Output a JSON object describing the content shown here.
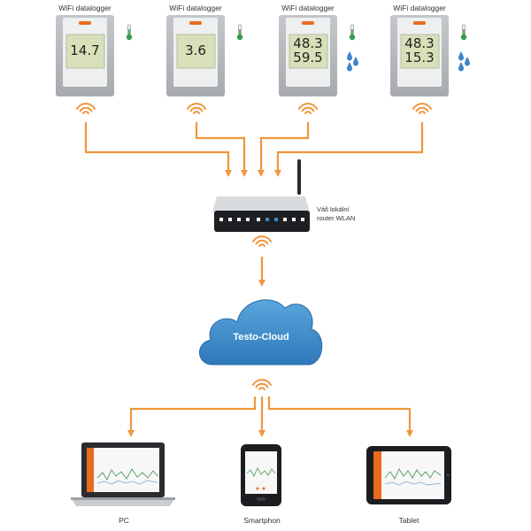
{
  "loggers": [
    {
      "label": "WiFi datalogger",
      "readings": [
        "14.7"
      ],
      "icons": [
        "thermometer-icon"
      ]
    },
    {
      "label": "WiFi datalogger",
      "readings": [
        "3.6"
      ],
      "icons": [
        "thermometer-icon"
      ]
    },
    {
      "label": "WiFi datalogger",
      "readings": [
        "48.3",
        "59.5"
      ],
      "icons": [
        "thermometer-icon",
        "droplets-icon"
      ]
    },
    {
      "label": "WiFi datalogger",
      "readings": [
        "48.3",
        "15.3"
      ],
      "icons": [
        "thermometer-icon",
        "droplets-icon"
      ]
    }
  ],
  "router": {
    "label_line1": "Váš lokální",
    "label_line2": "router WLAN"
  },
  "cloud": {
    "label": "Testo-Cloud"
  },
  "devices": [
    {
      "label": "PC"
    },
    {
      "label": "Smartphon"
    },
    {
      "label": "Tablet"
    }
  ],
  "colors": {
    "arrow": "#f0963c",
    "cloud": "#3b86c8",
    "device_frame": "#b5b8bc",
    "display": "#d7e0b8",
    "accent": "#ea6a1e"
  }
}
